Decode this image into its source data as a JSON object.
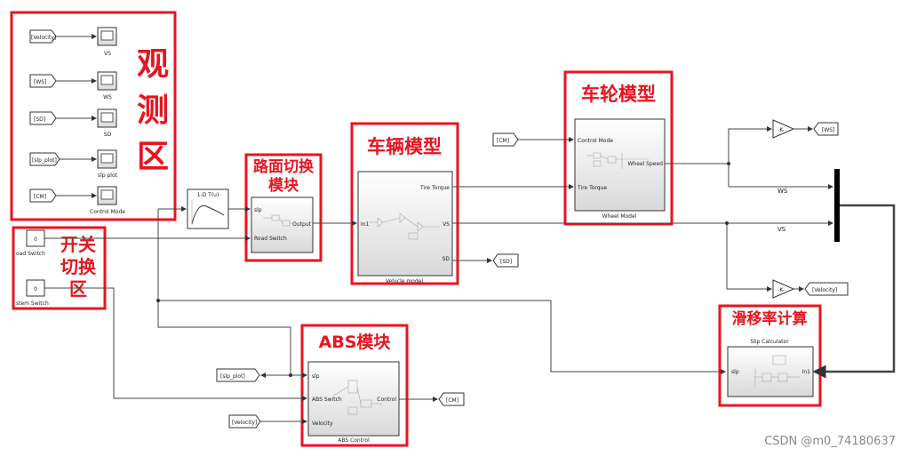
{
  "annotations": {
    "observe": [
      "观",
      "测",
      "区"
    ],
    "road_switch": [
      "路面切换",
      "模块"
    ],
    "vehicle": "车辆模型",
    "wheel": "车轮模型",
    "switch_area": [
      "开关",
      "切换",
      "区"
    ],
    "abs": "ABS模块",
    "slip": "滑移率计算"
  },
  "observe": {
    "tags": [
      "[Velocity]",
      "[WS]",
      "[SD]",
      "[slp_plot]",
      "[CM]"
    ],
    "scopes": [
      "VS",
      "WS",
      "SD",
      "slp plot",
      "Control Mode"
    ]
  },
  "switches": {
    "road": {
      "value": "0",
      "label": "oad Switch"
    },
    "system": {
      "value": "0",
      "label": "stem Switch"
    }
  },
  "lookup": {
    "title": "1-D T(u)"
  },
  "road_block": {
    "in1": "slp",
    "in2": "Road Switch",
    "out": "Output"
  },
  "vehicle_block": {
    "in": "In1",
    "out1": "Tire Torque",
    "out2": "VS",
    "out3": "SD",
    "name": "Vehicle model"
  },
  "wheel_block": {
    "in1": "Control Mode",
    "in2": "Tire Torque",
    "out": "Wheel Speed",
    "name": "Wheel Model"
  },
  "abs_block": {
    "in1": "slp",
    "in2": "ABS Switch",
    "in3": "Velocity",
    "out": "Control",
    "name": "ABS Control"
  },
  "slip_block": {
    "title": "Slip Calculator",
    "in": "slp",
    "out": "In1"
  },
  "gains": {
    "k1": "-K-",
    "k2": "-K-"
  },
  "gotos": {
    "ws": "[WS]",
    "velocity": "[Velocity]",
    "sd": "[SD]",
    "cm": "[CM]"
  },
  "froms": {
    "cm": "[CM]",
    "slp_plot": "[slp_plot]",
    "velocity": "[Velocity]"
  },
  "signals": {
    "ws": "WS",
    "vs": "VS"
  },
  "watermark": "CSDN @m0_74180637"
}
